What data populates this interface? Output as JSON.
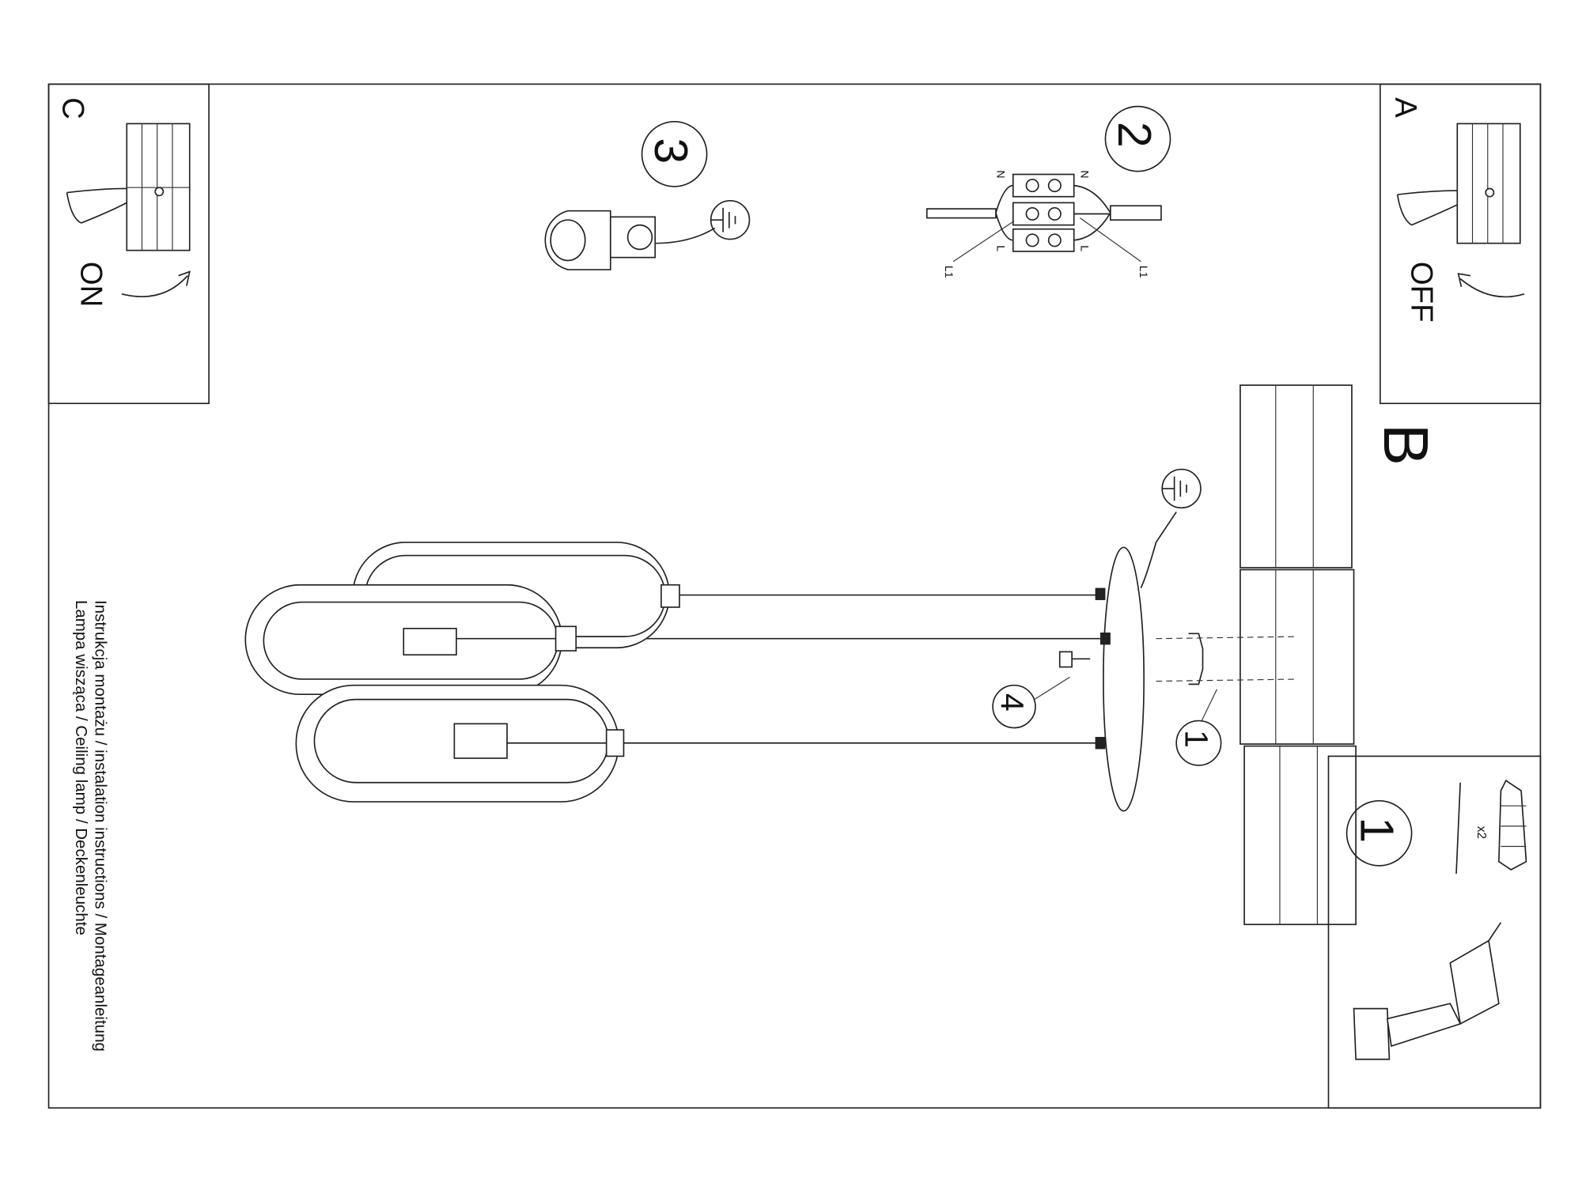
{
  "title_line1": "Instrukcja montażu / instalation instructions / Montageanleitung",
  "title_line2": "Lampa wisząca / Ceiling lamp / Deckenleuchte",
  "panels": {
    "a": {
      "letter": "A",
      "state": "OFF"
    },
    "b": {
      "letter": "B"
    },
    "c": {
      "letter": "C",
      "state": "ON"
    }
  },
  "steps": {
    "step1": "1",
    "step2": "2",
    "step3": "3",
    "step4": "4",
    "step1_callout": "1",
    "kit_step": "1"
  },
  "kit_quantity": "x2",
  "wire_labels": {
    "n_left": "N",
    "n_right": "N",
    "l_left": "L",
    "l_right": "L",
    "l1_left": "L1",
    "l1_right": "L1"
  }
}
